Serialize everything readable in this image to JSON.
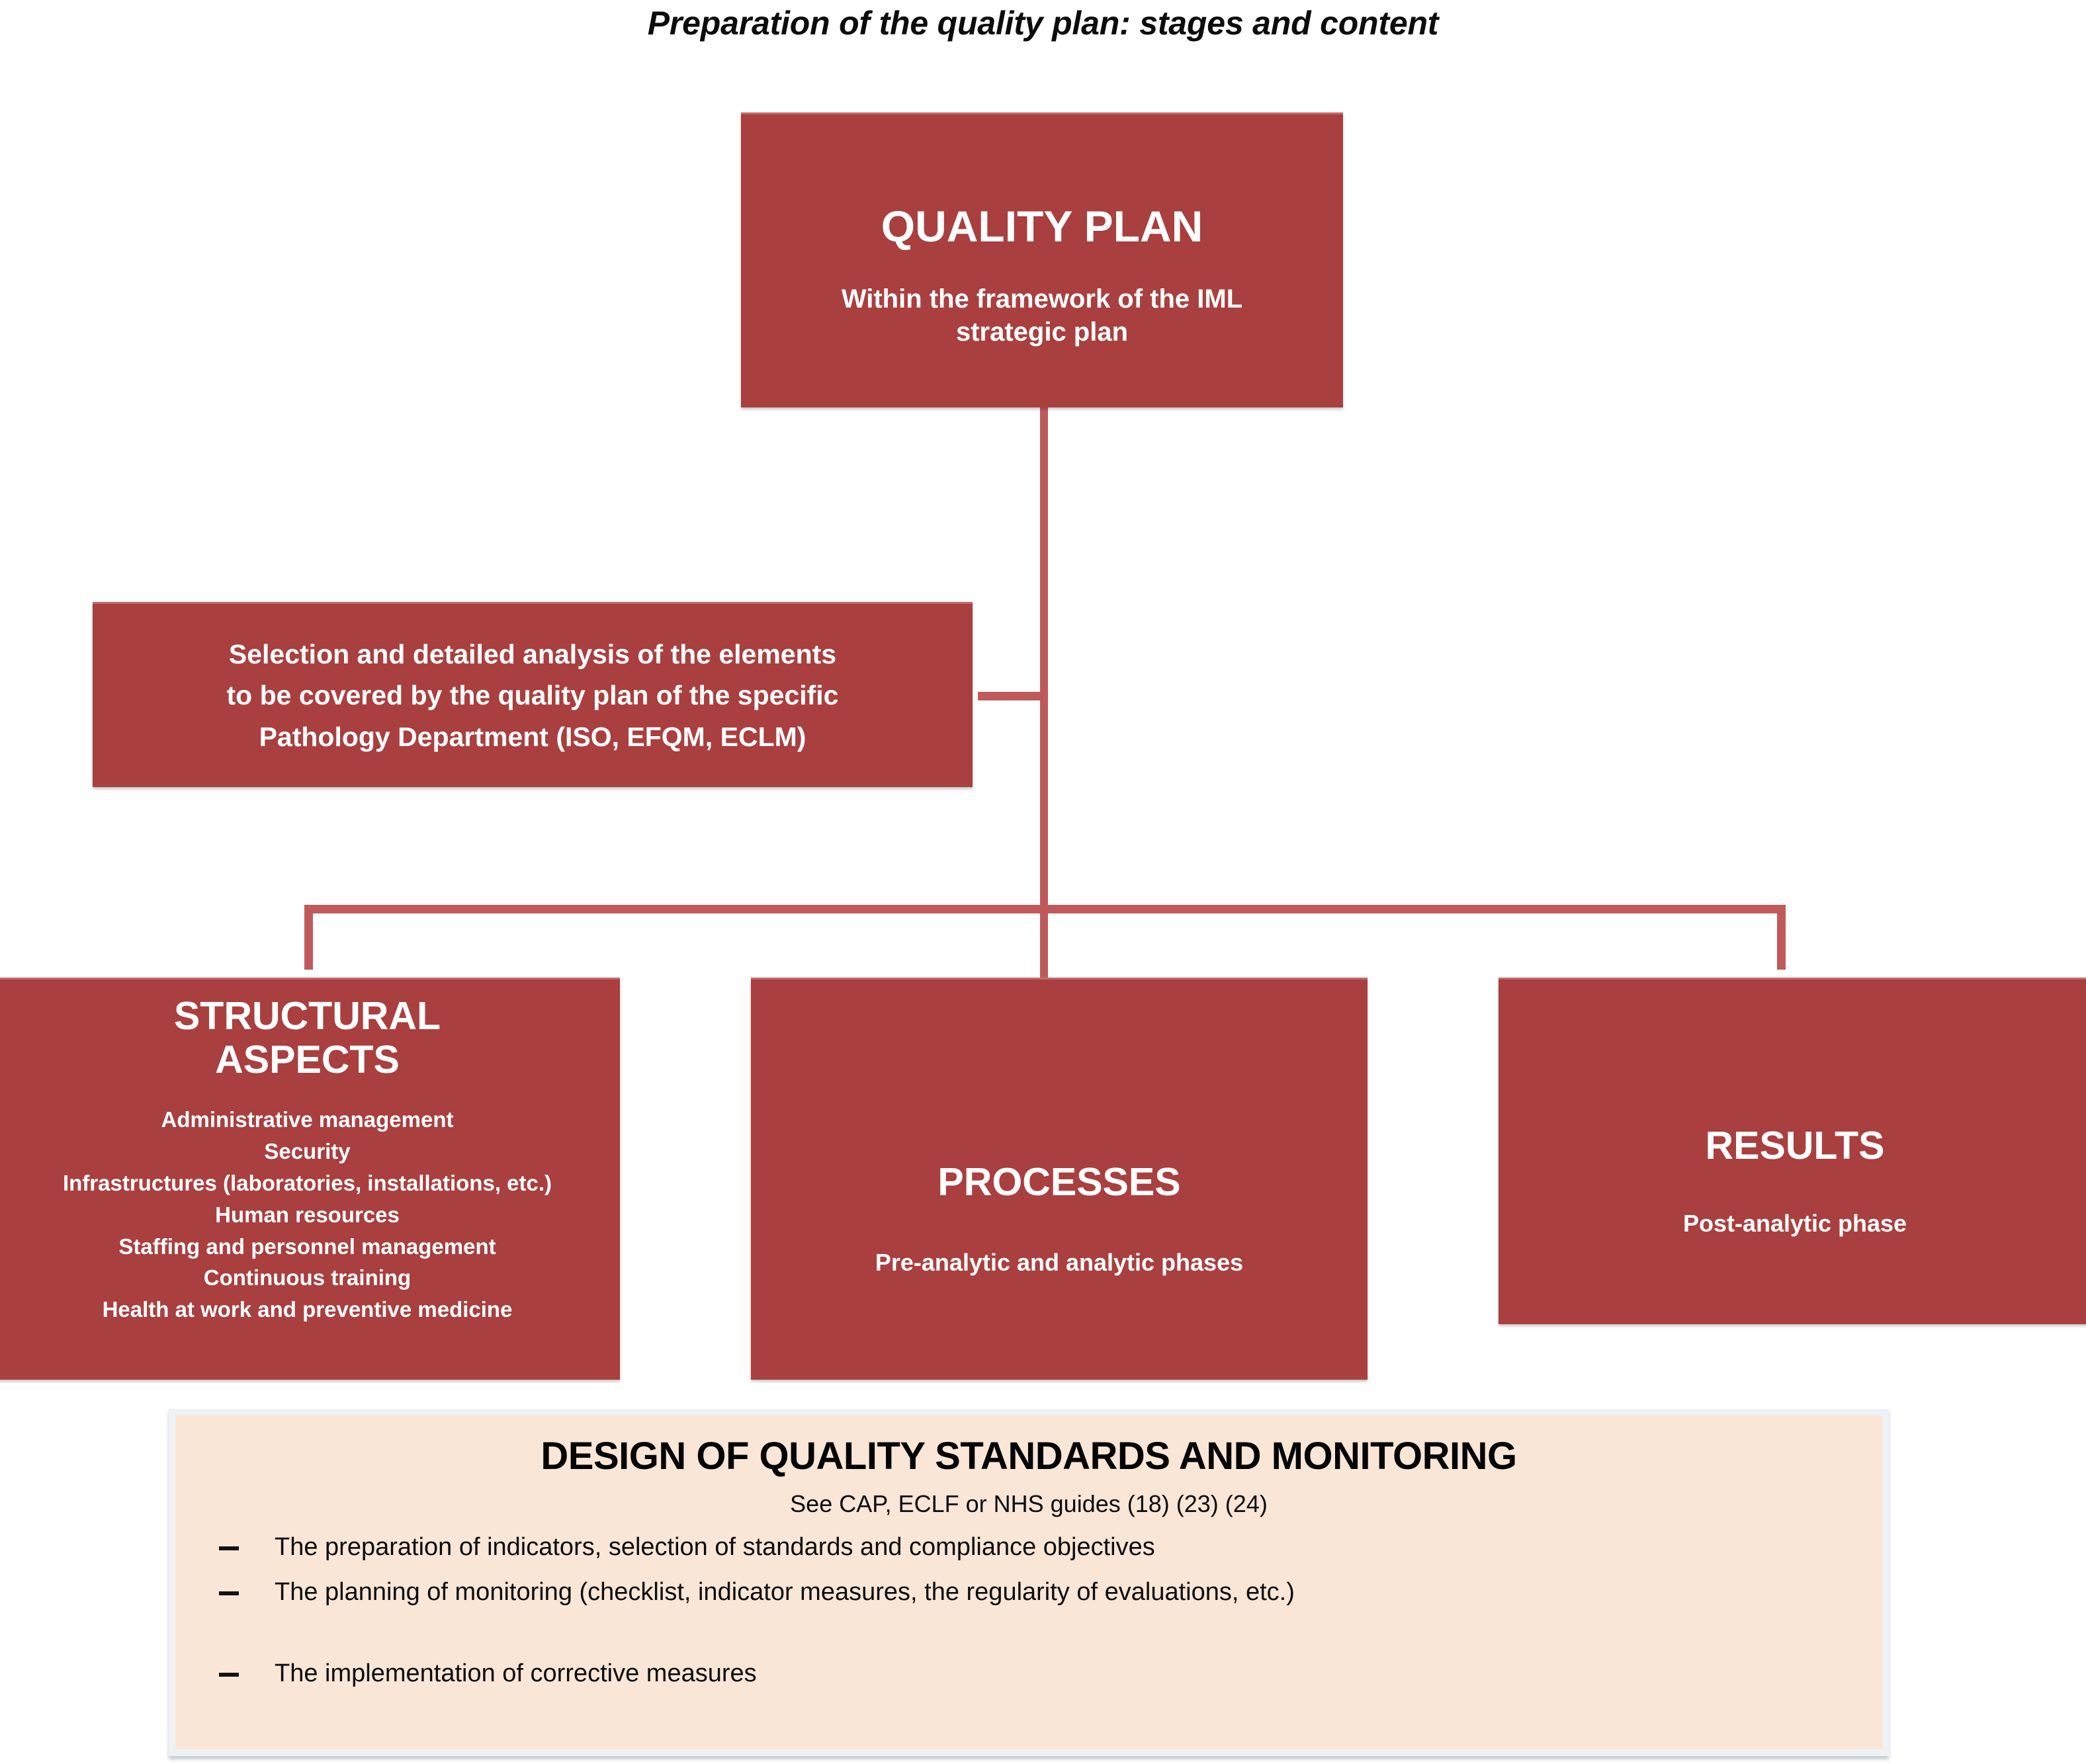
{
  "figure": {
    "title": "Preparation of the quality plan: stages and content",
    "accent_color": "#A93F3F",
    "connector_color": "#C05A5A",
    "panel_fill_color": "#FAE6D7",
    "panel_border_color": "#EEF2F5"
  },
  "quality_plan": {
    "title": "QUALITY PLAN",
    "subtitle": "Within the framework of the IML strategic plan"
  },
  "selection": {
    "text": "Selection and detailed analysis of the elements to be covered by the quality plan of the specific Pathology Department (ISO, EFQM, ECLM)",
    "line1": "Selection and detailed analysis of the elements",
    "line2": "to be covered by the quality plan of the specific",
    "line3": "Pathology Department (ISO, EFQM, ECLM)"
  },
  "branches": [
    {
      "id": "structural",
      "title": "STRUCTURAL ASPECTS",
      "title_line1": "STRUCTURAL",
      "title_line2": "ASPECTS",
      "items": [
        "Administrative management",
        "Security",
        "Infrastructures (laboratories, installations, etc.)",
        "Human resources",
        "Staffing and personnel management",
        "Continuous training",
        "Health at work and preventive medicine"
      ]
    },
    {
      "id": "processes",
      "title": "PROCESSES",
      "subtitle": "Pre-analytic and analytic phases"
    },
    {
      "id": "results",
      "title": "RESULTS",
      "subtitle": "Post-analytic phase"
    }
  ],
  "design_panel": {
    "title": "DESIGN OF QUALITY STANDARDS AND MONITORING",
    "subtitle": "See CAP, ECLF or NHS guides (18) (23) (24)",
    "bullets": [
      "The preparation of indicators, selection of standards and compliance objectives",
      "The planning of monitoring (checklist, indicator measures, the regularity of evaluations, etc.)",
      "The implementation of corrective measures"
    ]
  }
}
